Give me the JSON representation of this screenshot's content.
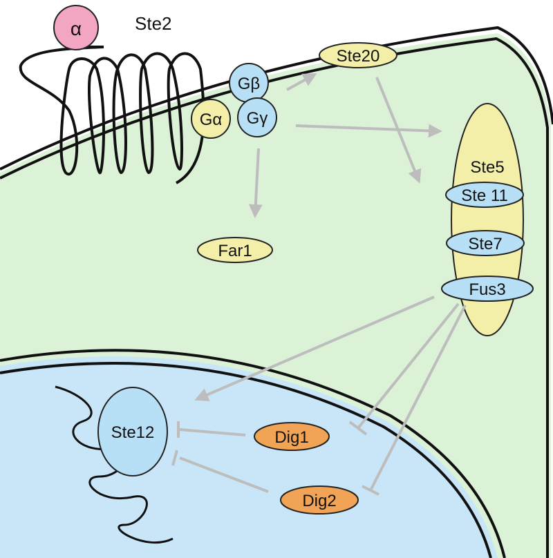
{
  "diagram": {
    "ligand": "α",
    "receptor": "Ste2",
    "g_protein": {
      "alpha": "Gα",
      "beta": "Gβ",
      "gamma": "Gγ"
    },
    "cytoplasm_proteins": {
      "ste20": "Ste20",
      "far1": "Far1"
    },
    "scaffold": {
      "name": "Ste5",
      "ste11": "Ste 11",
      "ste7": "Ste7",
      "fus3": "Fus3"
    },
    "nucleus": {
      "ste12": "Ste12",
      "dig1": "Dig1",
      "dig2": "Dig2"
    },
    "colors": {
      "cytoplasm": "#dcf2d6",
      "nucleus": "#c8e6f7",
      "alpha_factor": "#f2a6c3",
      "yellow_protein": "#f3efa8",
      "blue_protein": "#b7dff5",
      "orange_protein": "#f1a455",
      "arrow": "#bdbdbd"
    }
  }
}
